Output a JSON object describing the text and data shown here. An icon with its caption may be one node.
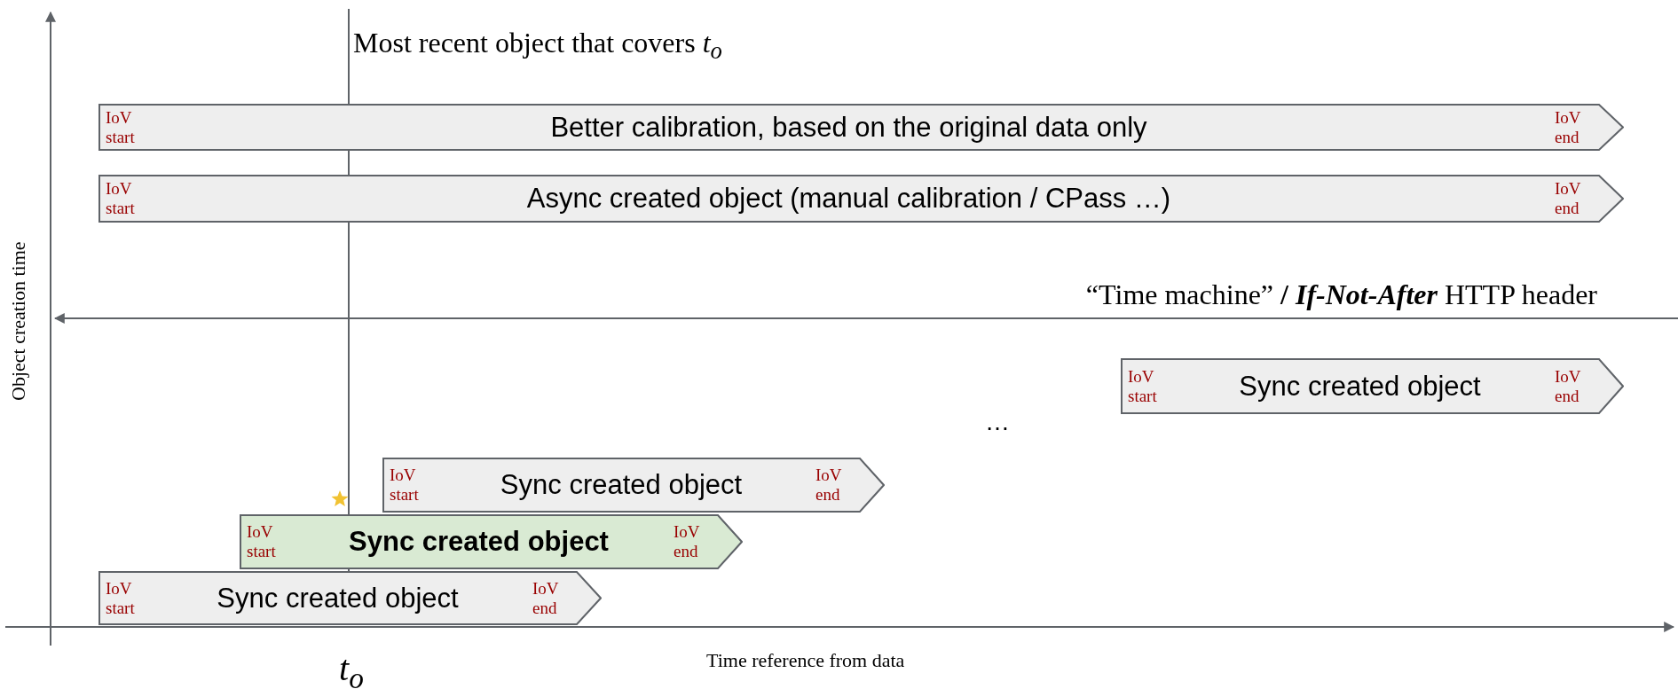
{
  "diagram": {
    "nodes": [
      {
        "text": [
          "IoV start",
          "Better calibration, based on the original data only",
          "IoV end"
        ]
      },
      {
        "text": [
          "IoV start",
          "Async created object (manual calibration / CPass …)",
          "IoV end"
        ]
      },
      {
        "text": [
          "IoV start",
          "Sync created object",
          "IoV end"
        ]
      },
      {
        "text": [
          "IoV start",
          "Sync created object",
          "IoV end"
        ]
      },
      {
        "text": [
          "IoV start",
          "Sync created object",
          "IoV end"
        ]
      },
      {
        "text": [
          "IoV start",
          "Sync created object",
          "IoV end"
        ]
      }
    ],
    "labels": [
      "Most recent object that covers *t*$_{o}$",
      "“Time machine” **/** *If-Not-After* HTTP header",
      "Object creation time",
      "…",
      "*t*$_{o}$",
      "Time reference from data"
    ]
  }
}
